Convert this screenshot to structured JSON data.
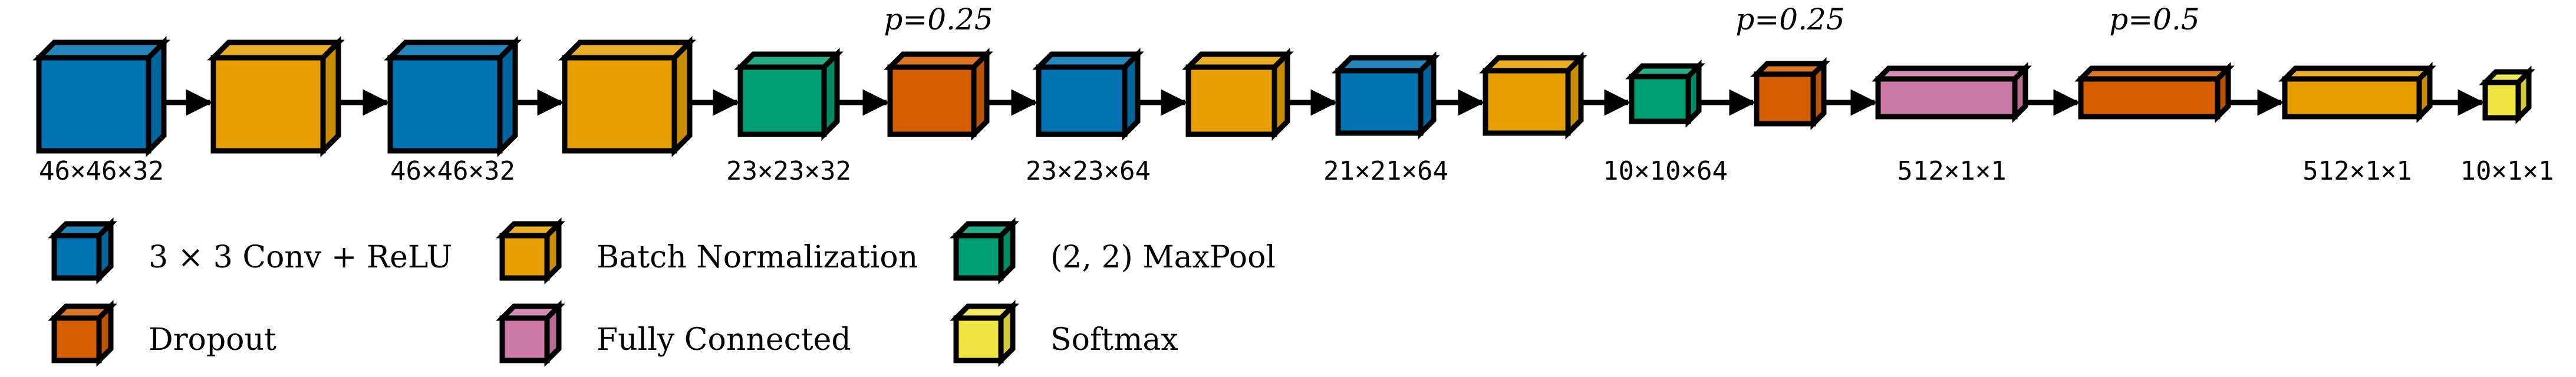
{
  "colors": {
    "conv": "#0072B2",
    "batchnorm": "#E69F00",
    "maxpool": "#009E73",
    "dropout": "#D55E00",
    "fc": "#CC79A7",
    "softmax": "#F0E442",
    "outline": "#000000",
    "arrow": "#000000"
  },
  "layers": [
    {
      "type": "conv",
      "dim_label": "46×46×32",
      "drop_label": ""
    },
    {
      "type": "batchnorm",
      "dim_label": "",
      "drop_label": ""
    },
    {
      "type": "conv",
      "dim_label": "46×46×32",
      "drop_label": ""
    },
    {
      "type": "batchnorm",
      "dim_label": "",
      "drop_label": ""
    },
    {
      "type": "maxpool",
      "dim_label": "23×23×32",
      "drop_label": ""
    },
    {
      "type": "dropout",
      "dim_label": "",
      "drop_label": "p=0.25"
    },
    {
      "type": "conv",
      "dim_label": "23×23×64",
      "drop_label": ""
    },
    {
      "type": "batchnorm",
      "dim_label": "",
      "drop_label": ""
    },
    {
      "type": "conv",
      "dim_label": "21×21×64",
      "drop_label": ""
    },
    {
      "type": "batchnorm",
      "dim_label": "",
      "drop_label": ""
    },
    {
      "type": "maxpool",
      "dim_label": "10×10×64",
      "drop_label": ""
    },
    {
      "type": "dropout",
      "dim_label": "",
      "drop_label": "p=0.25"
    },
    {
      "type": "fc",
      "dim_label": "512×1×1",
      "drop_label": ""
    },
    {
      "type": "dropout",
      "dim_label": "",
      "drop_label": "p=0.5"
    },
    {
      "type": "batchnorm",
      "dim_label": "512×1×1",
      "drop_label": ""
    },
    {
      "type": "softmax",
      "dim_label": "10×1×1",
      "drop_label": ""
    }
  ],
  "legend": [
    {
      "type": "conv",
      "label": "3 × 3 Conv + ReLU"
    },
    {
      "type": "batchnorm",
      "label": "Batch Normalization"
    },
    {
      "type": "maxpool",
      "label": "(2, 2) MaxPool"
    },
    {
      "type": "dropout",
      "label": "Dropout"
    },
    {
      "type": "fc",
      "label": "Fully Connected"
    },
    {
      "type": "softmax",
      "label": "Softmax"
    }
  ]
}
